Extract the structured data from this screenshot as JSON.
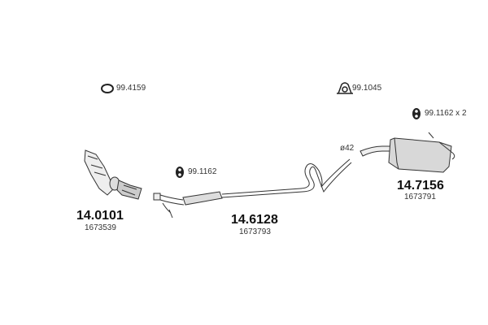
{
  "accessories": [
    {
      "ref": "99.4159",
      "icon": "gasket-ring-icon"
    },
    {
      "ref": "99.1045",
      "icon": "clamp-icon"
    },
    {
      "ref": "99.1162 x 2",
      "icon": "rubber-mount-icon"
    },
    {
      "ref": "99.1162",
      "icon": "rubber-mount-icon"
    }
  ],
  "parts": [
    {
      "number": "14.0101",
      "oe": "1673539",
      "name": "catalytic-converter"
    },
    {
      "number": "14.6128",
      "oe": "1673793",
      "name": "middle-pipe"
    },
    {
      "number": "14.7156",
      "oe": "1673791",
      "name": "rear-silencer"
    }
  ],
  "annotations": {
    "diameter": "ø42"
  }
}
